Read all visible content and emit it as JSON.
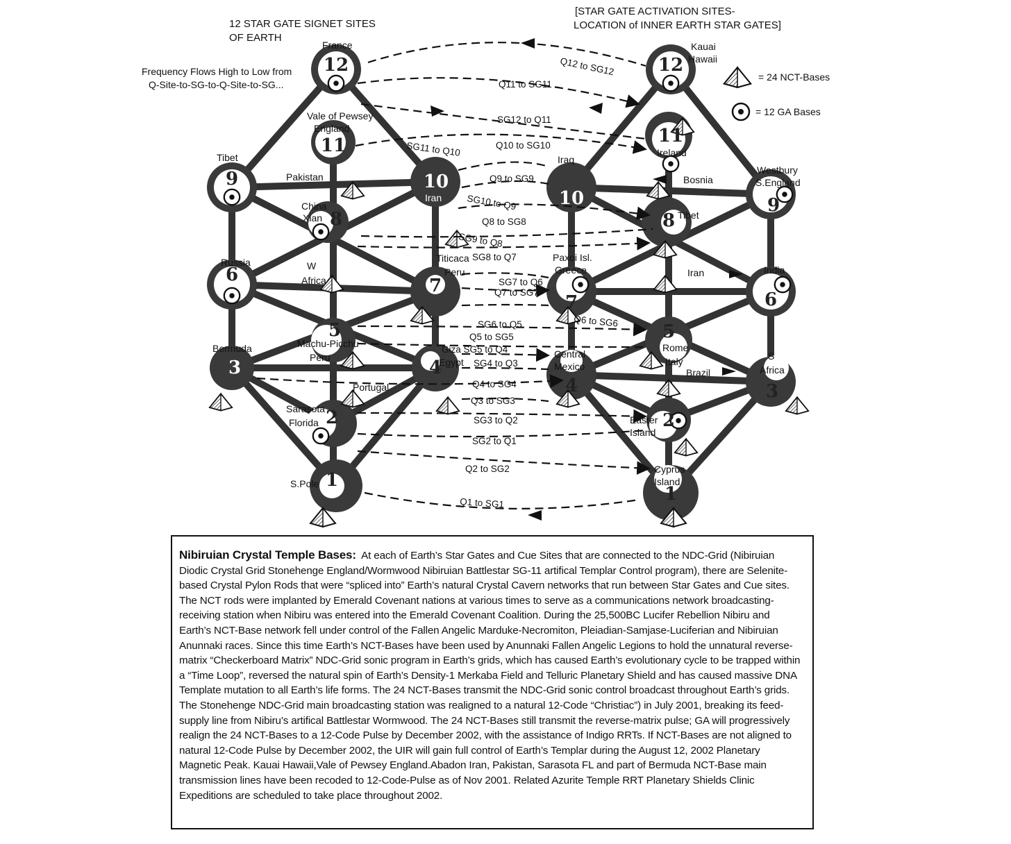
{
  "header": {
    "left_line1": "12 STAR GATE SIGNET SITES",
    "left_line2": "OF EARTH",
    "right_line1": "[STAR GATE ACTIVATION SITES-",
    "right_line2": "LOCATION of INNER EARTH STAR GATES]"
  },
  "frequency_note": {
    "line1": "Frequency Flows  High  to  Low from",
    "line2": "Q-Site-to-SG-to-Q-Site-to-SG..."
  },
  "legend": {
    "nct_bases": "= 24 NCT-Bases",
    "ga_bases": "=  12 GA Bases"
  },
  "left_tree": {
    "numbers": [
      "12",
      "11",
      "10",
      "9",
      "8",
      "7",
      "6",
      "5",
      "4",
      "3",
      "2",
      "1"
    ],
    "sites": {
      "france": "France",
      "vale1": "Vale of Pewsey",
      "vale2": "England",
      "tibet": "Tibet",
      "pakistan": "Pakistan",
      "china1": "China",
      "china2": "Xian",
      "iran": "Iran",
      "russia": "Russia",
      "wafrica1": "W",
      "wafrica2": "Africa",
      "titicaca1": "Titicaca",
      "titicaca2": "Peru",
      "machu1": "Machu-Picchu",
      "machu2": "Peru",
      "bermuda": "Bermuda",
      "portugal": "Portugal",
      "egypt": "Egypt",
      "sarasota1": "Sarasota",
      "sarasota2": "Florida",
      "spole": "S.Pole"
    }
  },
  "right_tree": {
    "numbers": [
      "12",
      "11",
      "10",
      "9",
      "8",
      "7",
      "6",
      "5",
      "4",
      "3",
      "2",
      "1"
    ],
    "sites": {
      "kauai1": "Kauai",
      "kauai2": "Hawaii",
      "ireland": "Ireland",
      "iraq": "Iraq",
      "bosnia": "Bosnia",
      "westbury1": "Westbury",
      "westbury2": "S.England",
      "tibet": "Tibet",
      "paxoi1": "Paxoi Isl.",
      "paxoi2": "Greece",
      "iran": "Iran",
      "india": "India",
      "rome1": "Rome",
      "rome2": "Italy",
      "brazil": "Brazil",
      "safrica1": "S",
      "safrica2": "Africa",
      "central1": "Central",
      "central2": "Mexico",
      "easter1": "Easter",
      "easter2": "Island",
      "cyprus1": "Cyprus",
      "cyprus2": "Island"
    }
  },
  "flows": {
    "q12_sg12": "Q12 to SG12",
    "q11_sg11": "Q11 to SG11",
    "sg12_q11": "SG12 to Q11",
    "q10_sg10": "Q10 to SG10",
    "sg11_q10": "SG11 to Q10",
    "q9_sg9": "Q9 to SG9",
    "sg10_q9": "SG10 to Q9",
    "q8_sg8": "Q8 to SG8",
    "sg9_q8": "SG9 to Q8",
    "sg8_q7": "SG8 to Q7",
    "sg7_q6": "SG7 to Q6",
    "q7_sg7": "Q7 to SG7",
    "q6_sg6": "Q6 to SG6",
    "sg6_q5": "SG6 to Q5",
    "q5_sg5": "Q5 to SG5",
    "giza_sg5_q4": "Giza SG5 to Q4",
    "sg4_q3": "SG4 to Q3",
    "q4_sg4": "Q4 to SG4",
    "q3_sg3": "Q3 to SG3",
    "sg3_q2": "SG3 to Q2",
    "sg2_q1": "SG2 to Q1",
    "q2_sg2": "Q2 to SG2",
    "q1_sg1": "Q1 to SG1"
  },
  "caption": {
    "title": "Nibiruian Crystal Temple Bases:",
    "body": "At each of Earth’s Star Gates and Cue Sites that are connected to the NDC-Grid (Nibiruian Diodic Crystal Grid Stonehenge England/Wormwood Nibiruian Battlestar SG-11 artifical Templar Control program), there are Selenite-based Crystal Pylon Rods that were “spliced into” Earth’s natural Crystal Cavern networks that run between Star Gates and Cue sites. The NCT rods were implanted by Emerald Covenant nations at various times to serve as a communications network broadcasting-receiving station when Nibiru was entered into the Emerald Covenant Coalition. During the 25,500BC Lucifer Rebellion Nibiru and Earth’s NCT-Base network fell under control of the Fallen Angelic Marduke-Necromiton, Pleiadian-Samjase-Luciferian and Nibiruian Anunnaki races. Since this time Earth’s NCT-Bases have been used by Anunnaki Fallen Angelic Legions to hold the unnatural reverse-matrix “Checkerboard Matrix” NDC-Grid sonic program in Earth’s  grids, which has caused Earth’s evolutionary cycle to be trapped within a “Time Loop”, reversed the natural spin of Earth’s Density-1 Merkaba Field and Telluric Planetary Shield and has caused massive DNA Template mutation to all Earth’s life forms. The 24 NCT-Bases transmit the NDC-Grid sonic control broadcast throughout Earth’s grids. The Stonehenge NDC-Grid main broadcasting station was realigned to a natural 12-Code “Christiac”) in July 2001, breaking its feed-supply line from Nibiru’s artifical Battlestar Wormwood. The 24 NCT-Bases still transmit the reverse-matrix pulse; GA will progressively realign the 24 NCT-Bases to a 12-Code Pulse by December 2002, with the assistance of Indigo RRTs. If NCT-Bases are not aligned to natural 12-Code Pulse by December 2002, the UIR will gain full control of Earth’s Templar during the August 12, 2002 Planetary Magnetic Peak. Kauai Hawaii,Vale of Pewsey England.Abadon Iran, Pakistan, Sarasota FL and part of Bermuda NCT-Base main transmission lines have been recoded to 12-Code-Pulse as of Nov 2001. Related Azurite Temple RRT Planetary Shields Clinic Expeditions are scheduled to take place throughout 2002."
  },
  "colors": {
    "ink": "#111111",
    "node_fill": "#3a3a3a",
    "node_center": "#ffffff"
  }
}
